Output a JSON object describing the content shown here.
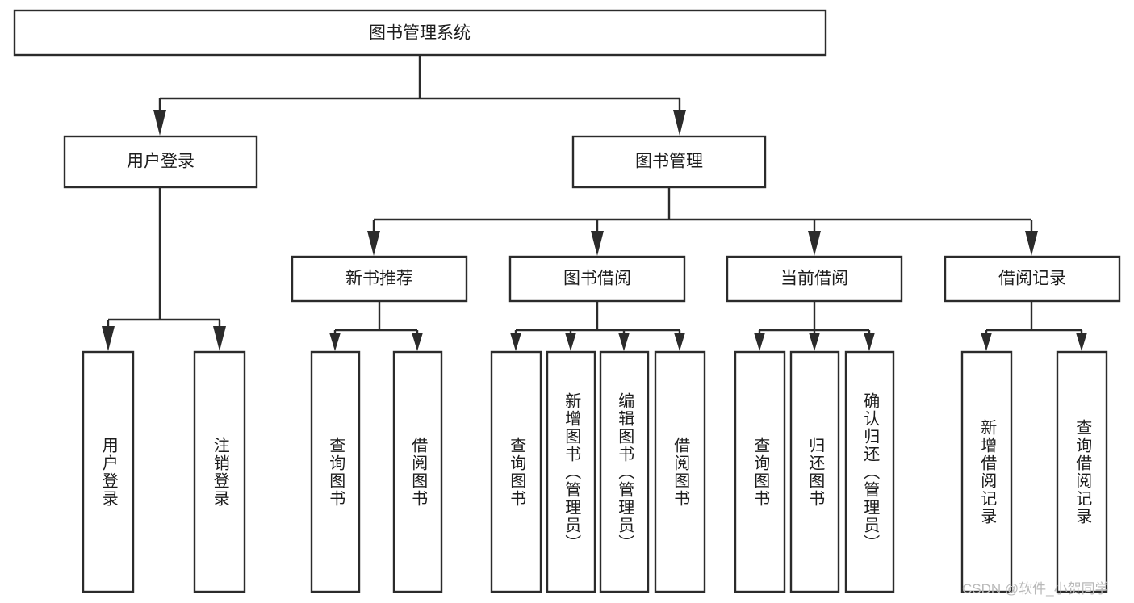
{
  "diagram": {
    "type": "tree",
    "title": "图书管理系统",
    "orientation": "top-down",
    "colors": {
      "box_stroke": "#2b2b2b",
      "box_fill": "#ffffff",
      "text": "#1d1d1d",
      "canvas": "#ffffff",
      "watermark": "#b9b9b9"
    },
    "root": {
      "label": "图书管理系统"
    },
    "level2": [
      {
        "label": "用户登录"
      },
      {
        "label": "图书管理"
      }
    ],
    "level3": [
      {
        "label": "新书推荐"
      },
      {
        "label": "图书借阅"
      },
      {
        "label": "当前借阅"
      },
      {
        "label": "借阅记录"
      }
    ],
    "leaves": {
      "user_login": [
        {
          "label": "用户登录"
        },
        {
          "label": "注销登录"
        }
      ],
      "new_book_recommend": [
        {
          "label": "查询图书"
        },
        {
          "label": "借阅图书"
        }
      ],
      "book_borrow": [
        {
          "label": "查询图书"
        },
        {
          "label": "新增图书（管理员）"
        },
        {
          "label": "编辑图书（管理员）"
        },
        {
          "label": "借阅图书"
        }
      ],
      "current_borrow": [
        {
          "label": "查询图书"
        },
        {
          "label": "归还图书"
        },
        {
          "label": "确认归还（管理员）"
        }
      ],
      "borrow_records": [
        {
          "label": "新增借阅记录"
        },
        {
          "label": "查询借阅记录"
        }
      ]
    }
  },
  "watermark": {
    "text": "CSDN @软件_小贺同学"
  }
}
